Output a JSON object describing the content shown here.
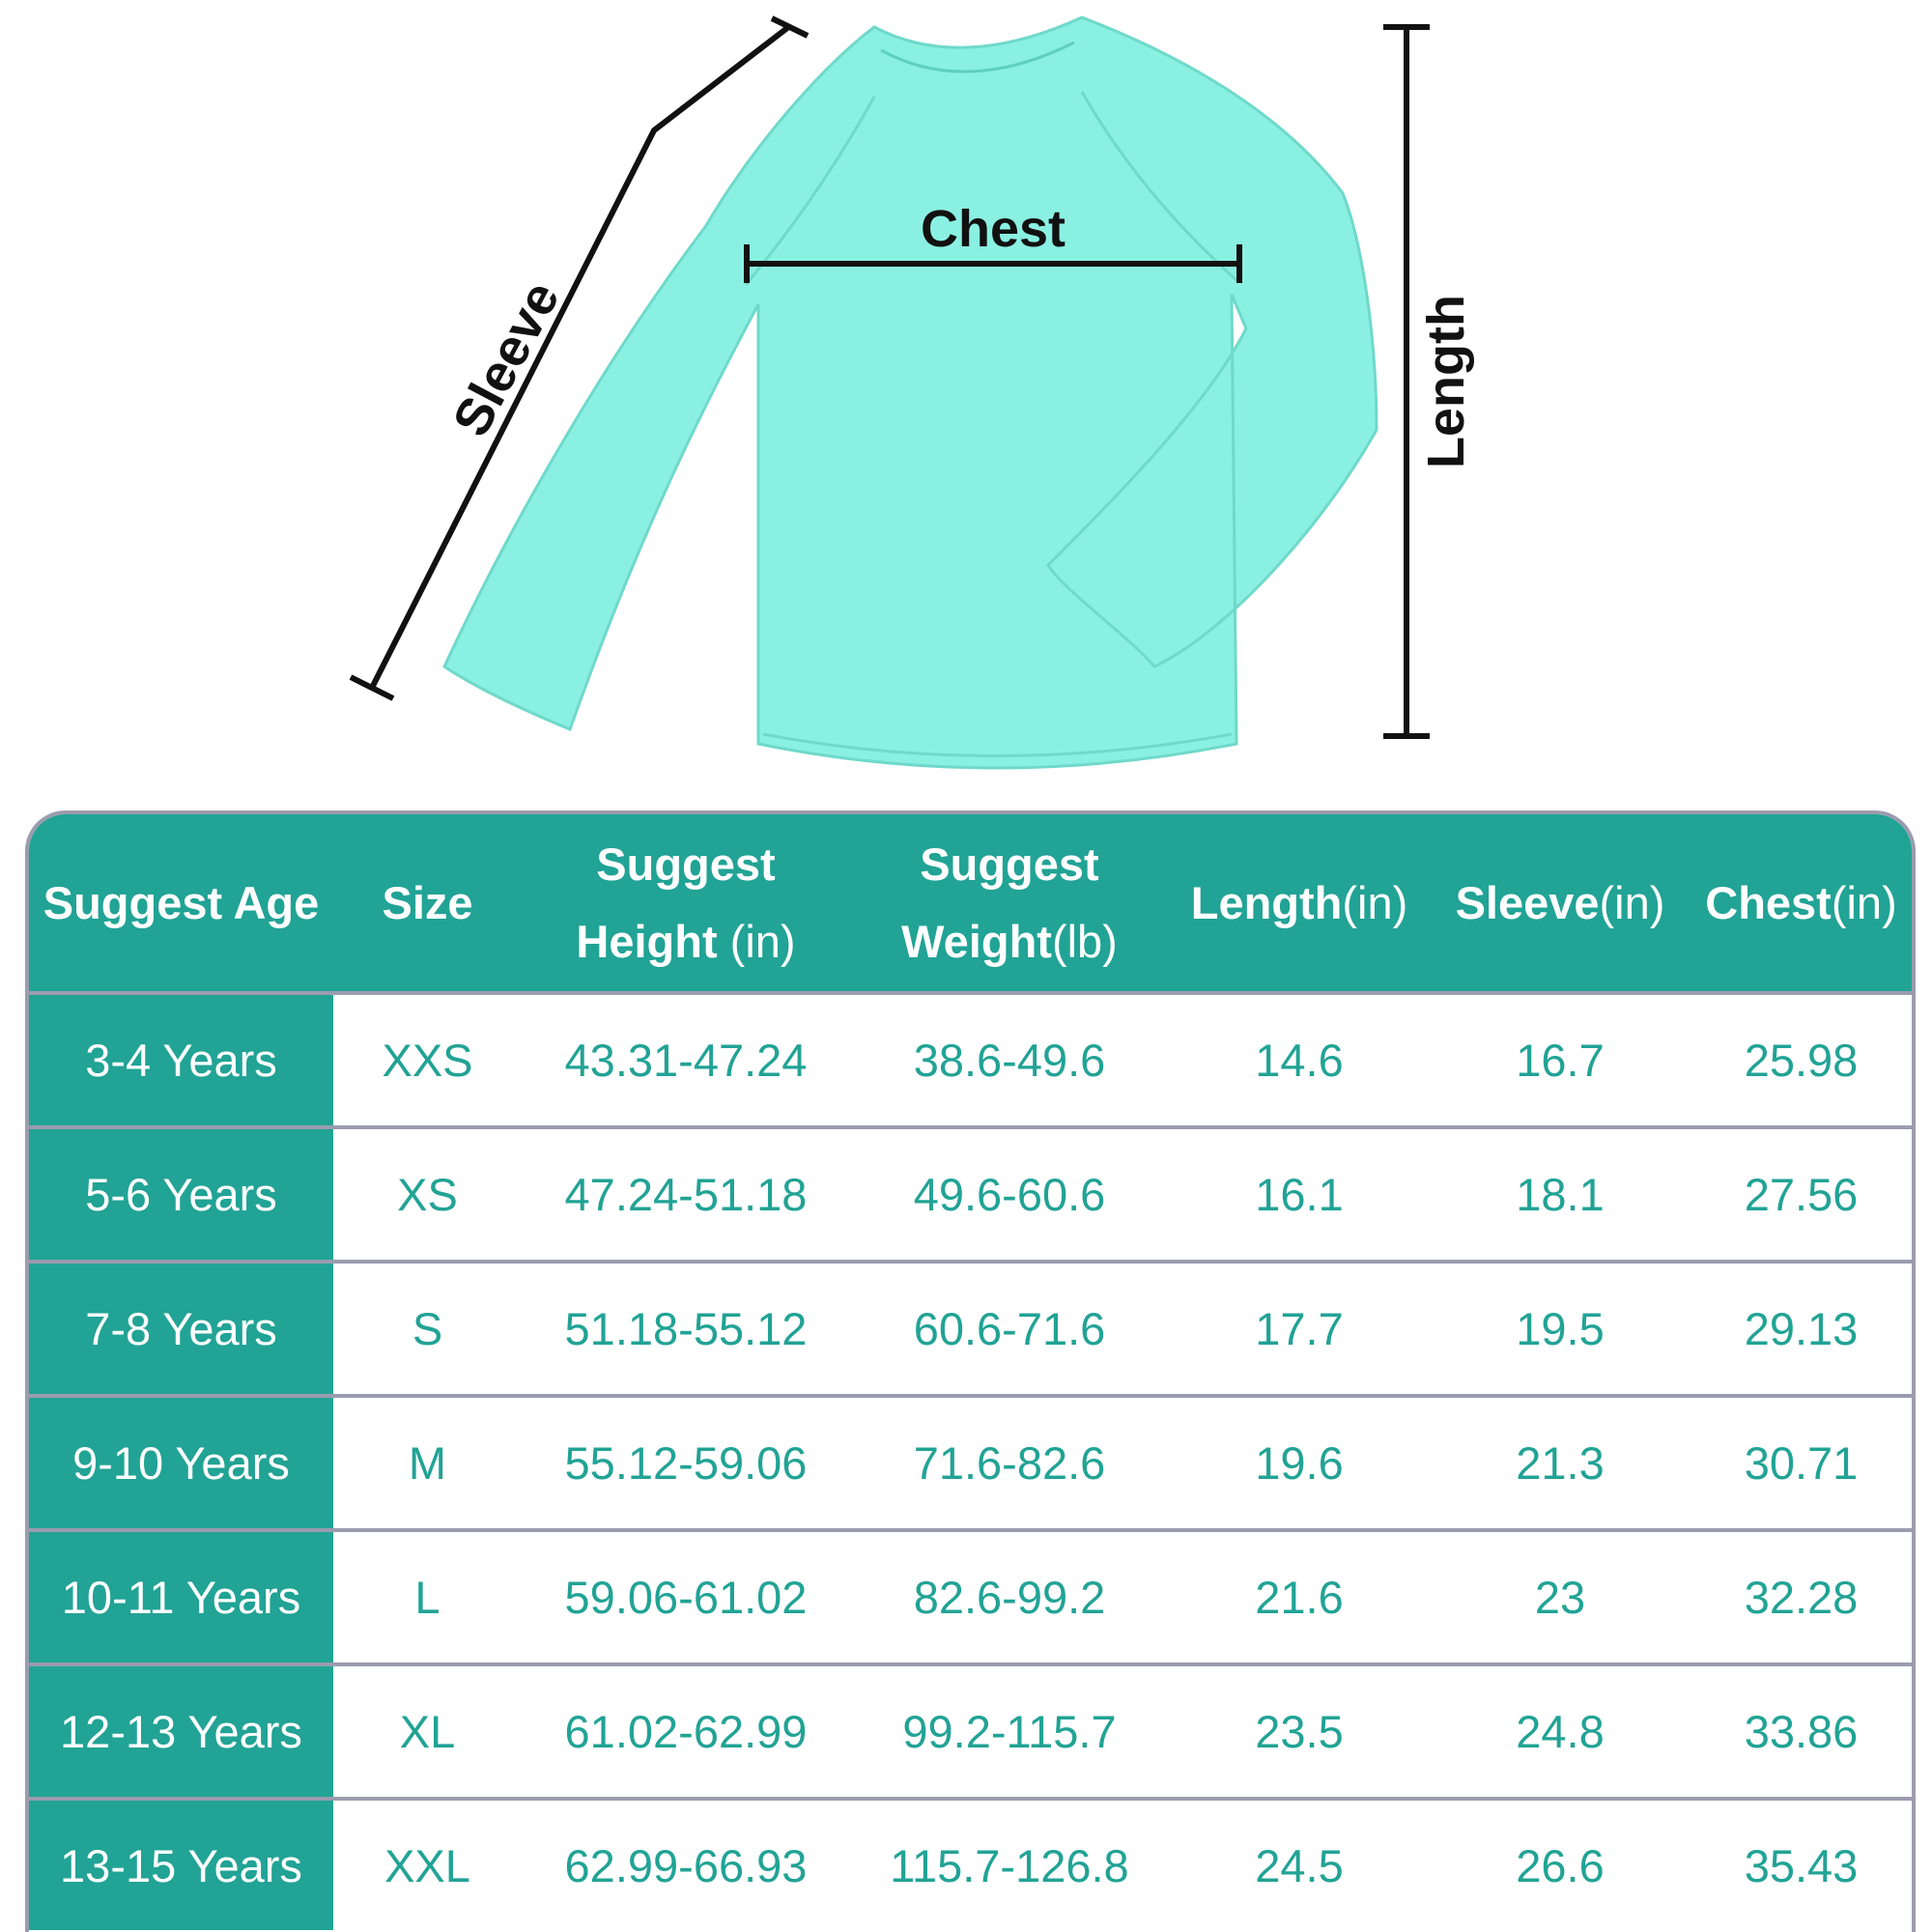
{
  "diagram": {
    "sleeve_label": "Sleeve",
    "chest_label": "Chest",
    "length_label": "Length",
    "shirt_color": "#8af0e2",
    "line_color": "#111111"
  },
  "table": {
    "header_color": "#21a395",
    "border_color": "#9b9cae",
    "headers": {
      "age": "Suggest Age",
      "size": "Size",
      "height_line1": "Suggest",
      "height_bold": "Height",
      "height_unit": " (in)",
      "weight_line1": "Suggest",
      "weight_bold": "Weight",
      "weight_unit": "(lb)",
      "length_bold": "Length",
      "length_unit": "(in)",
      "sleeve_bold": "Sleeve",
      "sleeve_unit": "(in)",
      "chest_bold": "Chest",
      "chest_unit": "(in)"
    },
    "rows": [
      {
        "age": "3-4 Years",
        "size": "XXS",
        "height": "43.31-47.24",
        "weight": "38.6-49.6",
        "length": "14.6",
        "sleeve": "16.7",
        "chest": "25.98"
      },
      {
        "age": "5-6 Years",
        "size": "XS",
        "height": "47.24-51.18",
        "weight": "49.6-60.6",
        "length": "16.1",
        "sleeve": "18.1",
        "chest": "27.56"
      },
      {
        "age": "7-8 Years",
        "size": "S",
        "height": "51.18-55.12",
        "weight": "60.6-71.6",
        "length": "17.7",
        "sleeve": "19.5",
        "chest": "29.13"
      },
      {
        "age": "9-10 Years",
        "size": "M",
        "height": "55.12-59.06",
        "weight": "71.6-82.6",
        "length": "19.6",
        "sleeve": "21.3",
        "chest": "30.71"
      },
      {
        "age": "10-11 Years",
        "size": "L",
        "height": "59.06-61.02",
        "weight": "82.6-99.2",
        "length": "21.6",
        "sleeve": "23",
        "chest": "32.28"
      },
      {
        "age": "12-13 Years",
        "size": "XL",
        "height": "61.02-62.99",
        "weight": "99.2-115.7",
        "length": "23.5",
        "sleeve": "24.8",
        "chest": "33.86"
      },
      {
        "age": "13-15 Years",
        "size": "XXL",
        "height": "62.99-66.93",
        "weight": "115.7-126.8",
        "length": "24.5",
        "sleeve": "26.6",
        "chest": "35.43"
      }
    ]
  }
}
